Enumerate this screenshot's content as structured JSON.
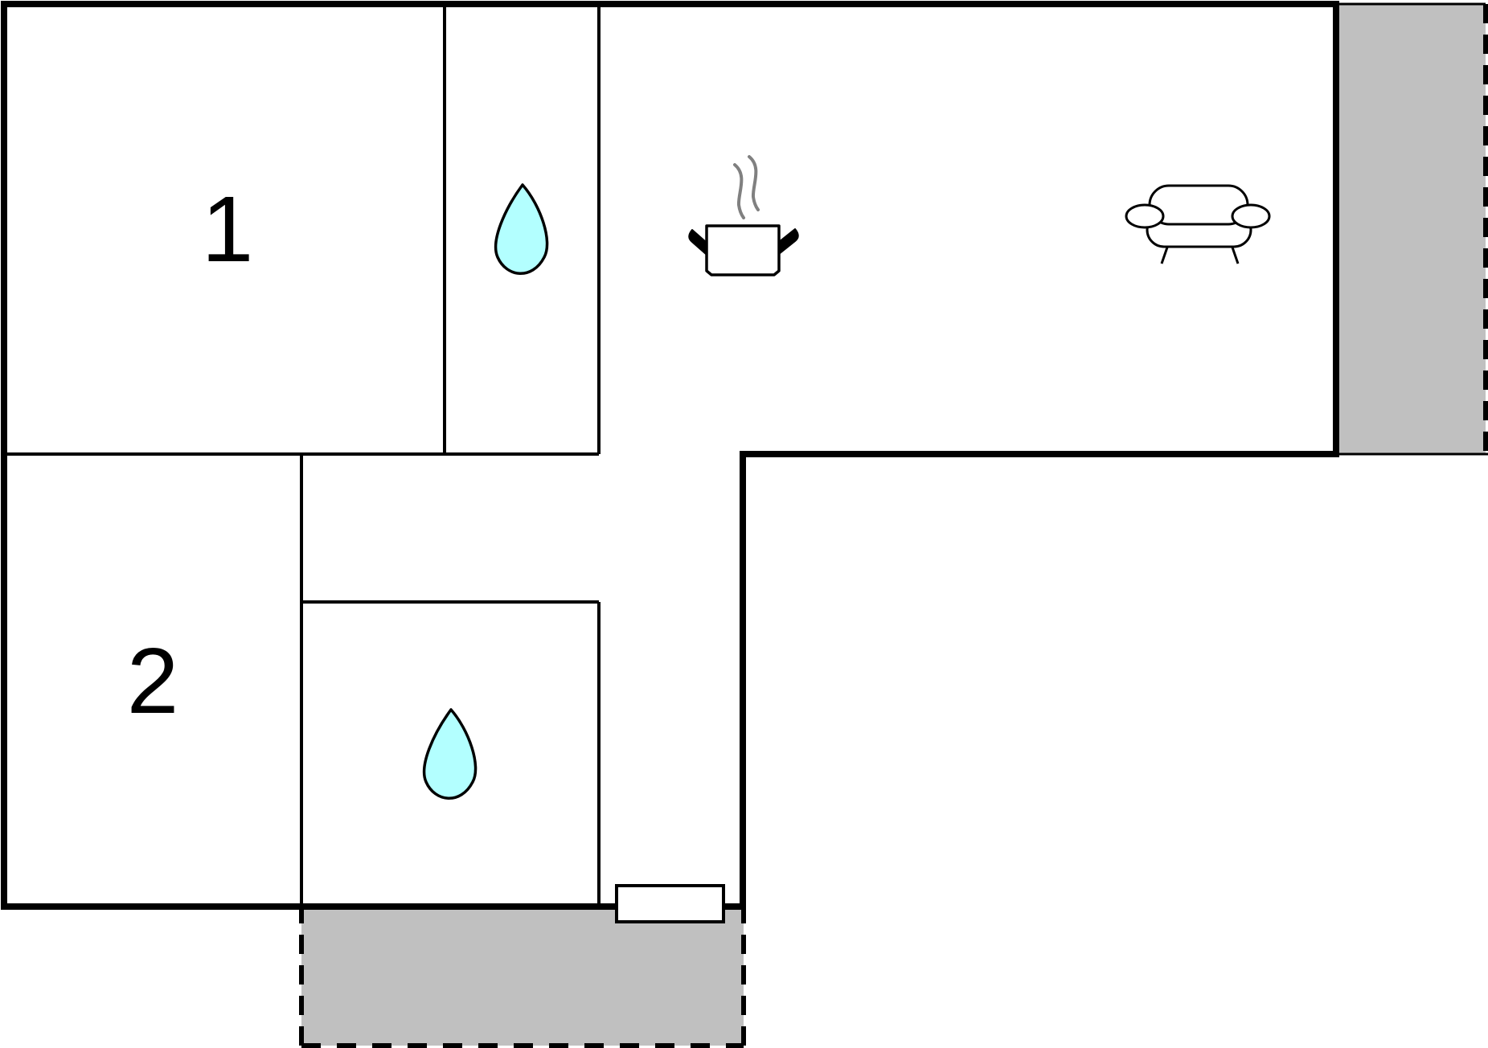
{
  "floor_plan": {
    "rooms": [
      {
        "id": "bedroom-1",
        "label": "1"
      },
      {
        "id": "bedroom-2",
        "label": "2"
      }
    ],
    "icons": {
      "bathroom": "water-drop-icon",
      "kitchen": "cooking-pot-icon",
      "living": "sofa-icon"
    },
    "colors": {
      "wall": "#000000",
      "water": "#b3ffff",
      "outdoor": "#c0c0c0",
      "steam": "#808080",
      "floor": "#ffffff"
    }
  }
}
